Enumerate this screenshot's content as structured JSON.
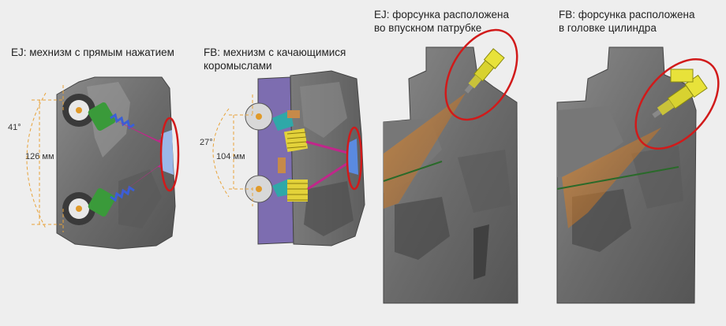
{
  "panels": {
    "ej_valvetrain": {
      "caption": "EJ: мехнизм с прямым нажатием",
      "angle_label": "41°",
      "distance_label": "126 мм"
    },
    "fb_valvetrain": {
      "caption_line1": "FB: мехнизм с качающимися",
      "caption_line2": "коромыслами",
      "angle_label": "27°",
      "distance_label": "104 мм"
    },
    "ej_injector": {
      "caption_line1": "EJ: форсунка расположена",
      "caption_line2": "во впускном патрубке"
    },
    "fb_injector": {
      "caption_line1": "FB: форсунка расположена",
      "caption_line2": "в головке цилиндра"
    }
  },
  "colors": {
    "background": "#eeeeee",
    "highlight_ellipse": "#d11a1a",
    "dimension_lines": "#e8a33a",
    "valve": "#c0278a",
    "spring_yellow": "#e3d23a",
    "spring_blue": "#3a5fd6",
    "tappet_green": "#3a9a3a",
    "injector_yellow": "#e8e23a",
    "fuel_spray": "#c27a2a"
  }
}
